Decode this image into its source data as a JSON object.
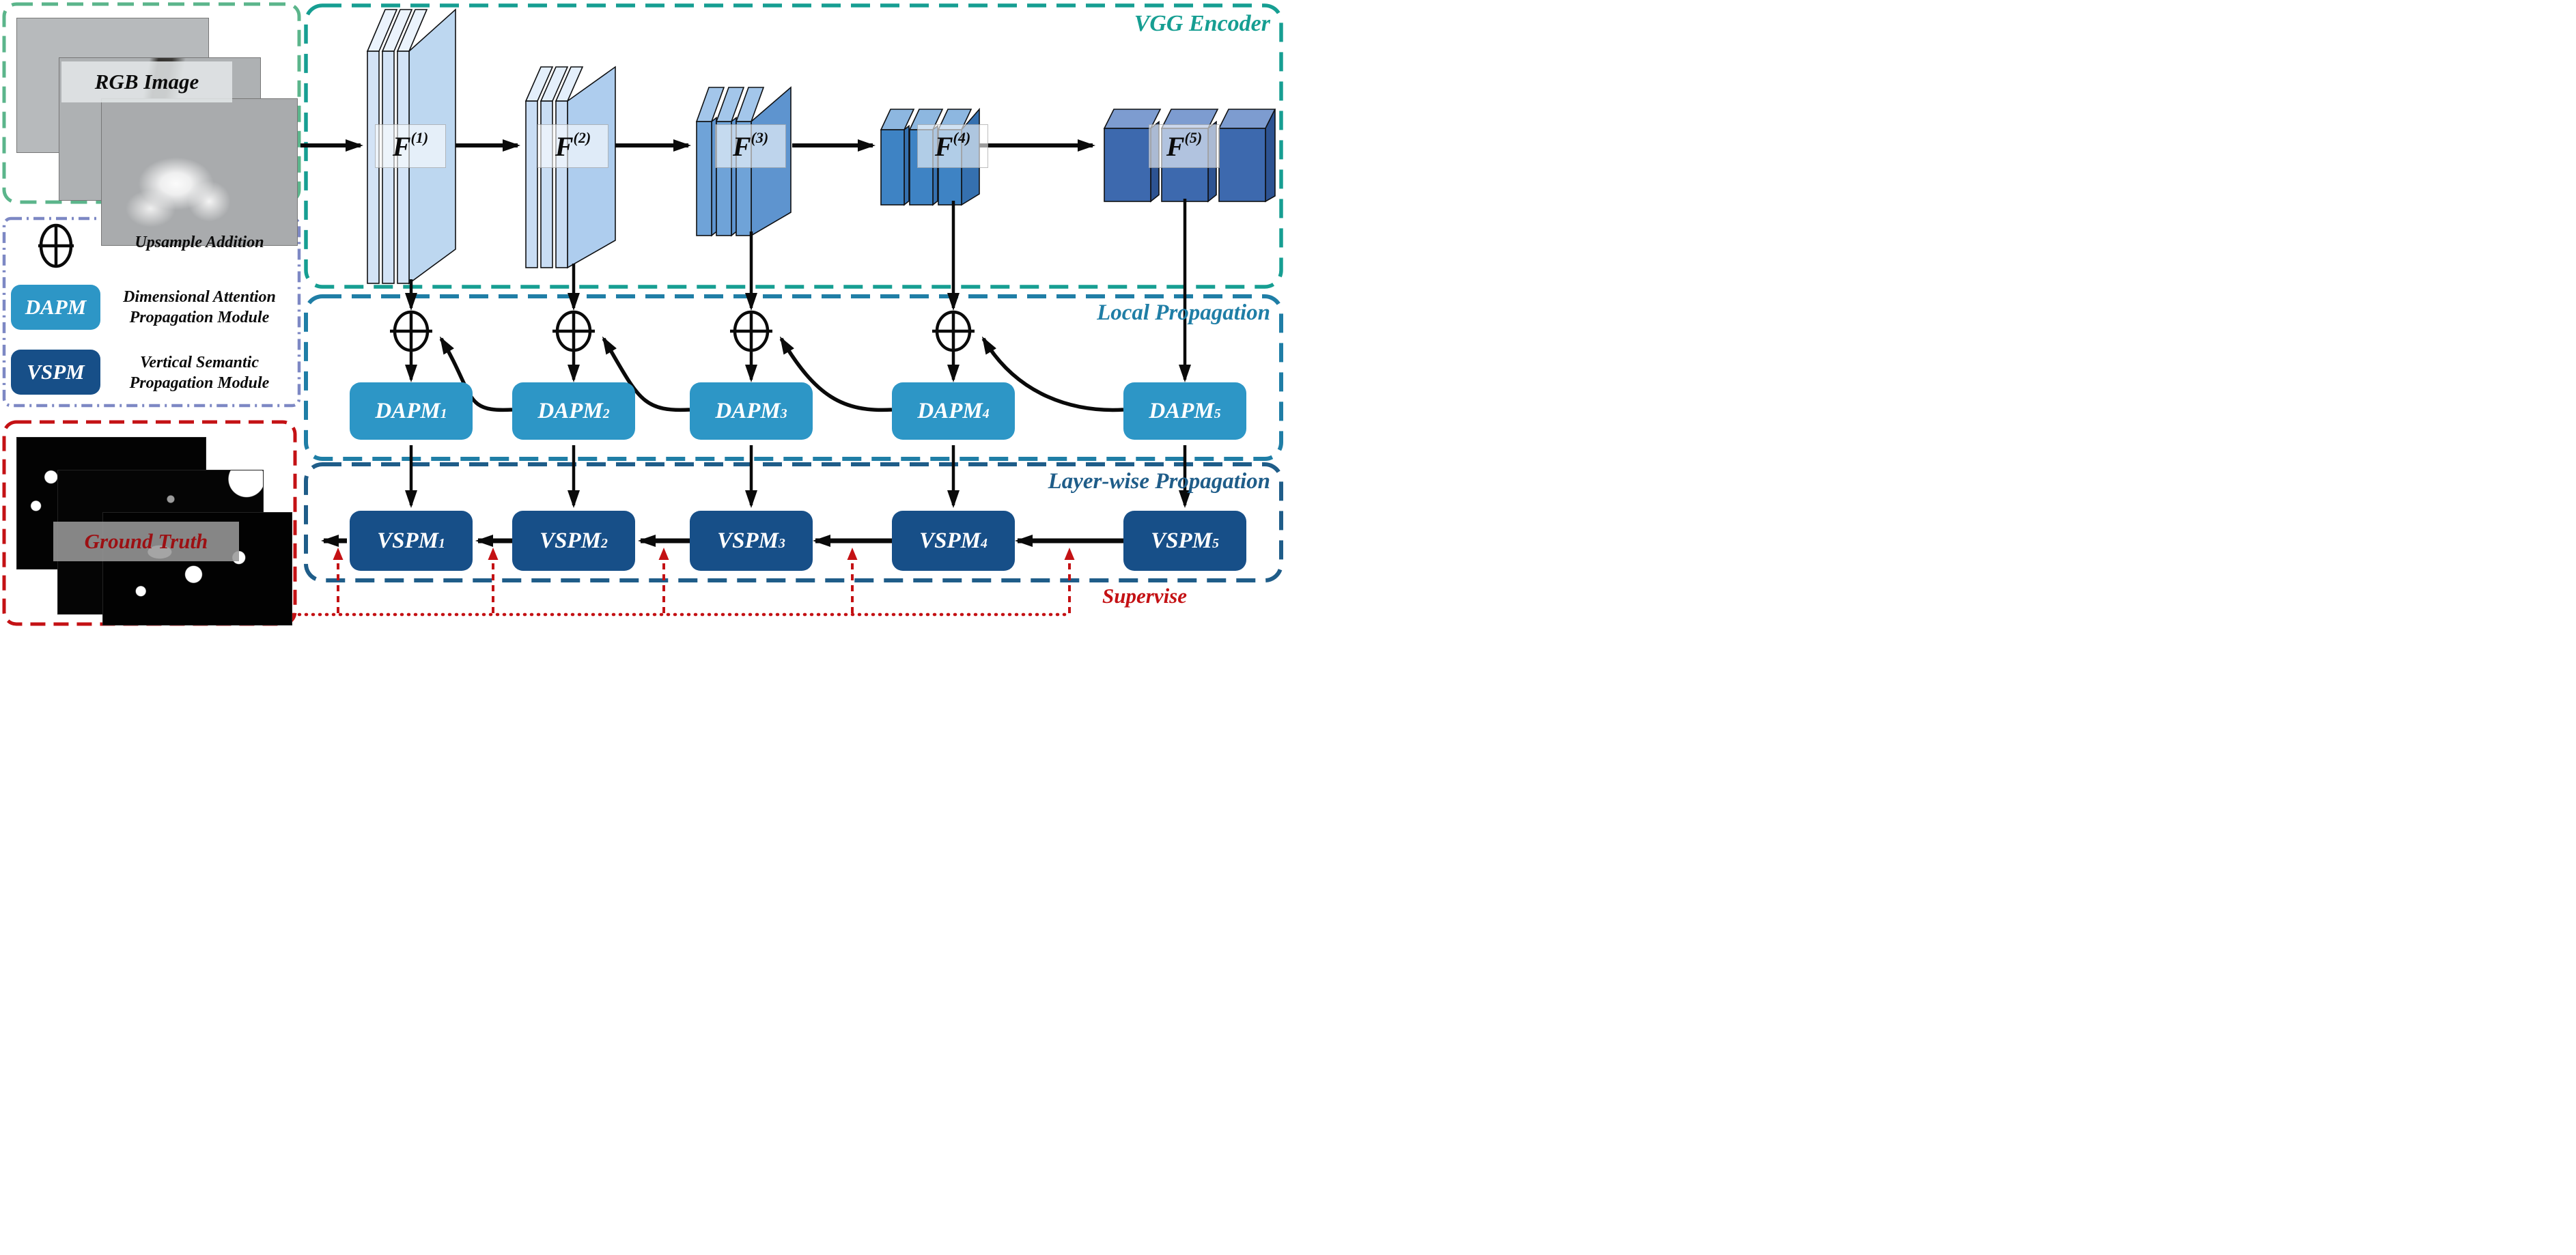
{
  "input": {
    "label": "RGB Image"
  },
  "ground_truth": {
    "label": "Ground Truth"
  },
  "legend": {
    "upsample": {
      "label": "Upsample Addition"
    },
    "dapm": {
      "abbr": "DAPM",
      "desc_line1": "Dimensional Attention",
      "desc_line2": "Propagation Module"
    },
    "vspm": {
      "abbr": "VSPM",
      "desc_line1": "Vertical Semantic",
      "desc_line2": "Propagation Module"
    }
  },
  "sections": {
    "encoder": "VGG Encoder",
    "local": "Local Propagation",
    "layer": "Layer-wise Propagation",
    "supervise": "Supervise"
  },
  "encoder_blocks": [
    {
      "name": "F",
      "sup": "(1)"
    },
    {
      "name": "F",
      "sup": "(2)"
    },
    {
      "name": "F",
      "sup": "(3)"
    },
    {
      "name": "F",
      "sup": "(4)"
    },
    {
      "name": "F",
      "sup": "(5)"
    }
  ],
  "dapm_modules": [
    {
      "name": "DAPM",
      "sub": "1"
    },
    {
      "name": "DAPM",
      "sub": "2"
    },
    {
      "name": "DAPM",
      "sub": "3"
    },
    {
      "name": "DAPM",
      "sub": "4"
    },
    {
      "name": "DAPM",
      "sub": "5"
    }
  ],
  "vspm_modules": [
    {
      "name": "VSPM",
      "sub": "1"
    },
    {
      "name": "VSPM",
      "sub": "2"
    },
    {
      "name": "VSPM",
      "sub": "3"
    },
    {
      "name": "VSPM",
      "sub": "4"
    },
    {
      "name": "VSPM",
      "sub": "5"
    }
  ],
  "colors": {
    "input_border": "#5bb58b",
    "legend_border": "#7d88c4",
    "gt_border": "#c41114",
    "encoder_border": "#169e92",
    "local_border": "#1f7ea6",
    "layer_border": "#1f5d89",
    "dapm_fill": "#2d96c6",
    "vspm_fill": "#174f88",
    "arrow": "#0a0a0a",
    "supervise_red": "#c41114",
    "encoder_label": "#169e92",
    "local_label": "#1f7ea6",
    "layer_label": "#1f5d89",
    "gt_label": "#9c1013"
  }
}
